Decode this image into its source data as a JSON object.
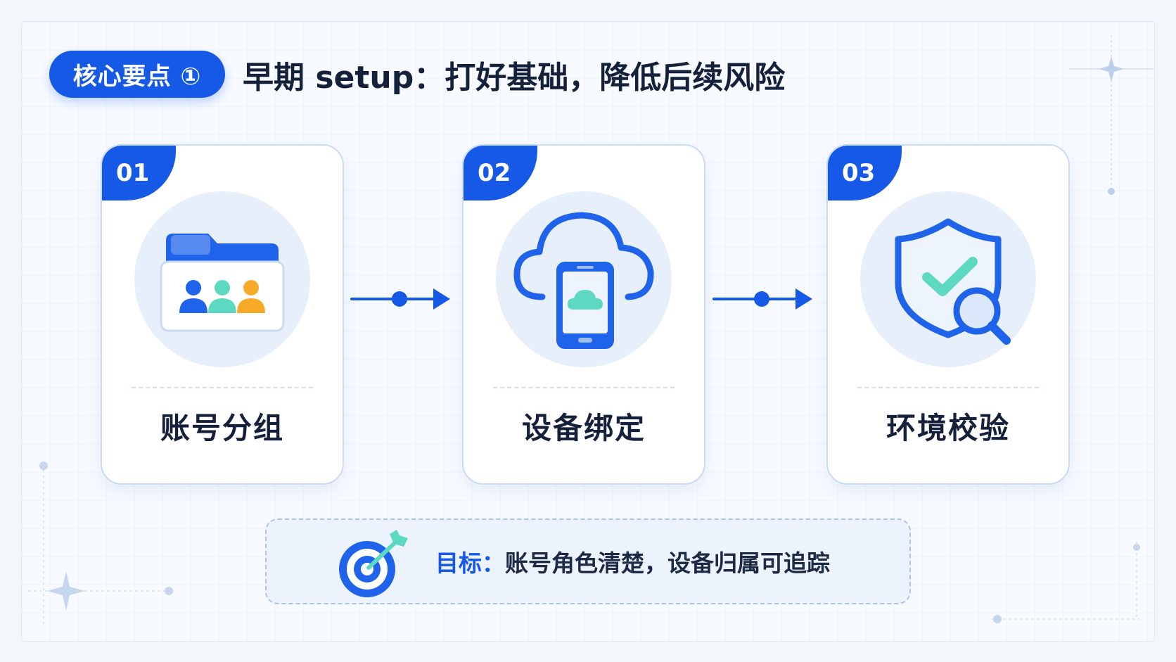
{
  "header": {
    "badge": "核心要点 ①",
    "title": "早期 setup：打好基础，降低后续风险"
  },
  "steps": [
    {
      "number": "01",
      "label": "账号分组",
      "icon": "folder-users-icon"
    },
    {
      "number": "02",
      "label": "设备绑定",
      "icon": "cloud-phone-icon"
    },
    {
      "number": "03",
      "label": "环境校验",
      "icon": "shield-check-search-icon"
    }
  ],
  "goal": {
    "key": "目标：",
    "text": "账号角色清楚，设备归属可追踪",
    "icon": "target-arrow-icon"
  },
  "colors": {
    "primary": "#1559e6",
    "teal": "#5dd9c1",
    "orange": "#f7a928",
    "text": "#15213b"
  }
}
